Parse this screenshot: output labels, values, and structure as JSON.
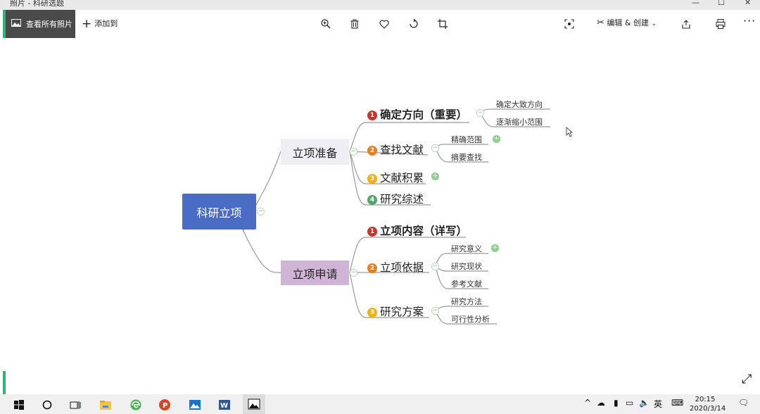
{
  "window": {
    "title": "照片 - 科研选题",
    "buttons": [
      "—",
      "☐",
      "✕"
    ]
  },
  "toolbar": {
    "view_all_label": "查看所有照片",
    "add_to_label": "添加到",
    "icons": [
      "zoom-in-icon",
      "delete-icon",
      "favorite-icon",
      "rotate-icon",
      "crop-icon",
      "enhance-icon"
    ],
    "edit_create_label": "编辑 & 创建",
    "more_label": "···",
    "accent": "#2bb673"
  },
  "mindmap": {
    "root": "科研立项",
    "branches": [
      {
        "label": "立项准备",
        "color": "#eeeef4",
        "children": [
          {
            "num": "1",
            "badge_color": "#c0392b",
            "label": "确定方向（重要）",
            "bold": true,
            "leaves": [
              "确定大致方向",
              "逐渐缩小范围"
            ]
          },
          {
            "num": "2",
            "badge_color": "#e67e22",
            "label": "查找文献",
            "bold": false,
            "leaves": [
              "精确范围",
              "摘要查找"
            ]
          },
          {
            "num": "3",
            "badge_color": "#f1b20f",
            "label": "文献积累",
            "bold": false,
            "leaves": []
          },
          {
            "num": "4",
            "badge_color": "#52a66b",
            "label": "研究综述",
            "bold": false,
            "leaves": []
          }
        ]
      },
      {
        "label": "立项申请",
        "color": "#cfb4d6",
        "children": [
          {
            "num": "1",
            "badge_color": "#c0392b",
            "label": "立项内容（详写）",
            "bold": true,
            "leaves": []
          },
          {
            "num": "2",
            "badge_color": "#e67e22",
            "label": "立项依据",
            "bold": false,
            "leaves": [
              "研究意义",
              "研究现状",
              "参考文献"
            ]
          },
          {
            "num": "3",
            "badge_color": "#f1b20f",
            "label": "研究方案",
            "bold": false,
            "leaves": [
              "研究方法",
              "可行性分析"
            ]
          }
        ]
      }
    ]
  },
  "taskbar": {
    "ime": "英",
    "time": "20:15",
    "date": "2020/3/14"
  }
}
